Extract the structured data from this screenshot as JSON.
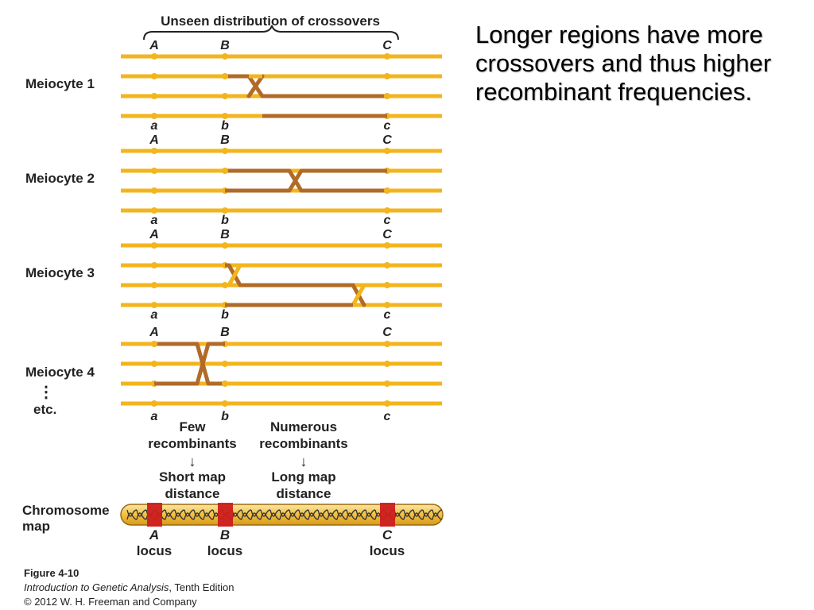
{
  "header": {
    "title": "Unseen distribution of crossovers"
  },
  "side_text": "Longer regions have more crossovers and thus higher recombinant frequencies.",
  "loci": {
    "upper": [
      "A",
      "B",
      "C"
    ],
    "lower": [
      "a",
      "b",
      "c"
    ]
  },
  "meiocytes": [
    {
      "label": "Meiocyte 1"
    },
    {
      "label": "Meiocyte 2"
    },
    {
      "label": "Meiocyte 3"
    },
    {
      "label": "Meiocyte 4"
    }
  ],
  "etc_dots": "⋮",
  "etc_label": "etc.",
  "few_recombinants": {
    "line1": "Few",
    "line2": "recombinants",
    "arrow": "↓",
    "result_line1": "Short map",
    "result_line2": "distance"
  },
  "numerous_recombinants": {
    "line1": "Numerous",
    "line2": "recombinants",
    "arrow": "↓",
    "result_line1": "Long map",
    "result_line2": "distance"
  },
  "chromosome_map": {
    "label_line1": "Chromosome",
    "label_line2": "map",
    "loci": [
      {
        "letter": "A",
        "word": "locus"
      },
      {
        "letter": "B",
        "word": "locus"
      },
      {
        "letter": "C",
        "word": "locus"
      }
    ]
  },
  "credit": {
    "figure": "Figure 4-10",
    "book": "Introduction to Genetic Analysis",
    "edition": ", Tenth Edition",
    "copyright": "© 2012 W. H. Freeman and Company"
  },
  "colors": {
    "light_chromatid": "#f3b51d",
    "dark_chromatid": "#b06b28",
    "locus_band": "#cc1f1f",
    "text": "#222222"
  }
}
